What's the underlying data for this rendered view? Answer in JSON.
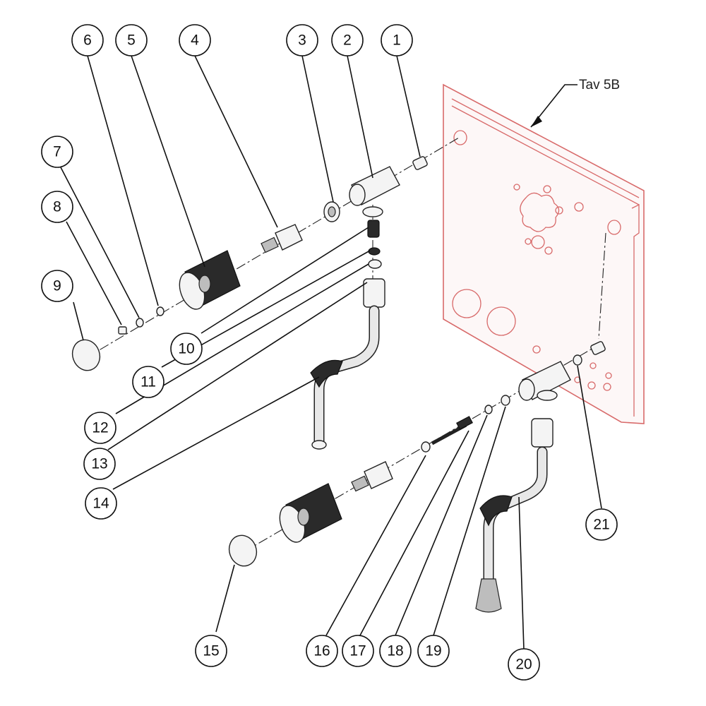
{
  "reference_label": "Tav 5B",
  "callouts": [
    "1",
    "2",
    "3",
    "4",
    "5",
    "6",
    "7",
    "8",
    "9",
    "10",
    "11",
    "12",
    "13",
    "14",
    "15",
    "16",
    "17",
    "18",
    "19",
    "20",
    "21"
  ],
  "colors": {
    "plate": "#d86a6a",
    "lines": "#111111",
    "background": "#ffffff"
  }
}
